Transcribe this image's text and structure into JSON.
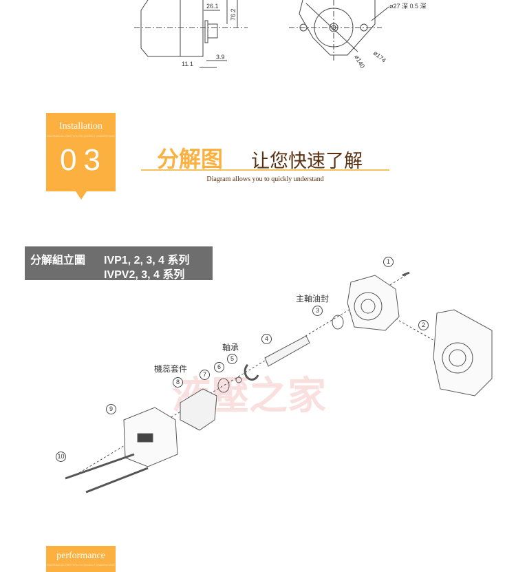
{
  "top_drawing": {
    "dims": [
      "26.1",
      "76.2",
      "3.9",
      "11.1",
      "ø140",
      "ø174",
      "ø27 深 0.5 深"
    ]
  },
  "section": {
    "badge_label": "Installation",
    "badge_small": "DIAGRAM ALLOWS YOU TO QUICKLY UNDERSTAND",
    "badge_number": "03",
    "title_highlight": "分解图",
    "title_rest": "让您快速了解",
    "subtitle": "Diagram allows you to quickly understand"
  },
  "banner": {
    "title": "分解組立圖",
    "line1": "IVP1, 2, 3, 4 系列",
    "line2": "IVPV2, 3, 4 系列"
  },
  "diagram": {
    "callouts": [
      "1",
      "2",
      "3",
      "4",
      "5",
      "6",
      "7",
      "8",
      "9",
      "10"
    ],
    "labels": {
      "oil_seal": "主軸油封",
      "bearing": "軸承",
      "cartridge": "機蕊套件"
    },
    "watermark": "液壓之家"
  },
  "footer_badge": {
    "label": "performance",
    "small": "DIAGRAM ALLOWS YOU TO QUICKLY UNDERSTAND"
  },
  "colors": {
    "accent": "#fbb040",
    "brown": "#5a2e0e",
    "banner": "#6e6e6e"
  }
}
